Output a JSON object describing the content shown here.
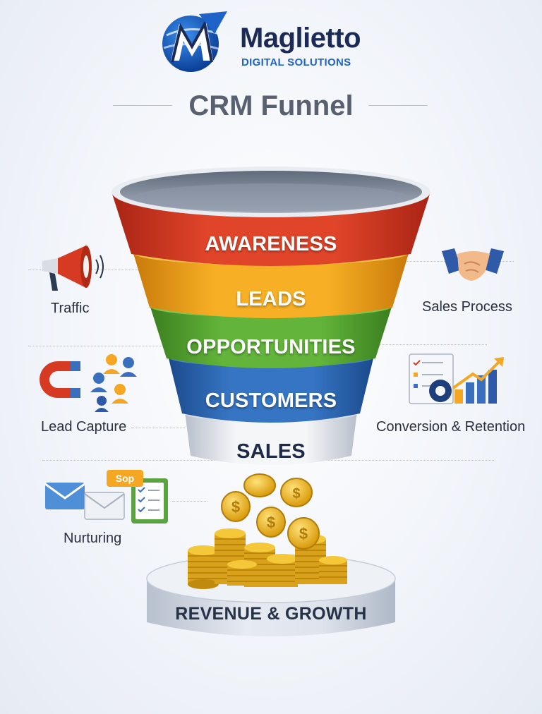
{
  "brand": {
    "name": "Maglietto",
    "tagline": "DIGITAL SOLUTIONS"
  },
  "title": "CRM Funnel",
  "stages": [
    {
      "label": "AWARENESS",
      "color": "#d63a22"
    },
    {
      "label": "LEADS",
      "color": "#f2a81c"
    },
    {
      "label": "OPPORTUNITIES",
      "color": "#58ab33"
    },
    {
      "label": "CUSTOMERS",
      "color": "#2d68b5"
    },
    {
      "label": "SALES",
      "color": "#e9ecf1"
    }
  ],
  "left_items": [
    {
      "label": "Traffic",
      "icon": "megaphone-icon"
    },
    {
      "label": "Lead Capture",
      "icon": "magnet-icon"
    },
    {
      "label": "Nurturing",
      "icon": "email-icon"
    }
  ],
  "right_items": [
    {
      "label": "Sales Process",
      "icon": "handshake-icon"
    },
    {
      "label": "Conversion & Retention",
      "icon": "growth-chart-icon"
    }
  ],
  "note_tag": "Sop",
  "base_label": "REVENUE & GROWTH"
}
